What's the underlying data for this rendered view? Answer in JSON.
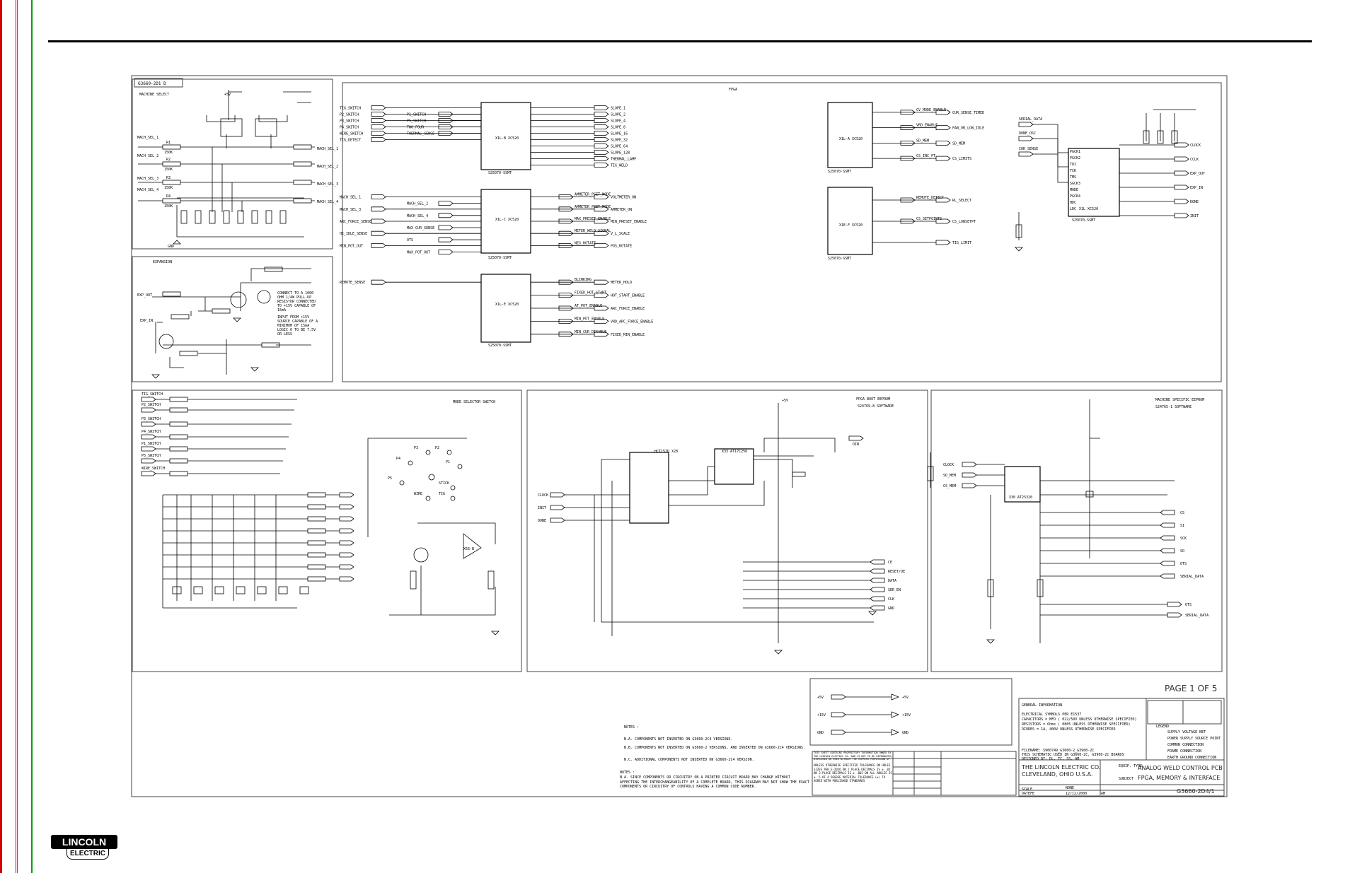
{
  "drawing_number": "G3660-2D1 D",
  "colors": {
    "left_margin_red": "#d40000",
    "left_margin_green": "#00a000"
  },
  "sections": {
    "machine_select": "MACHINE SELECT",
    "expansion": "EXPANSION",
    "fpga": "FPGA",
    "mode_selector": "MODE SELECTOR SWITCH",
    "fpga_boot_eeprom": "FPGA BOOT EEPROM",
    "fpga_boot_eeprom_sub": "S24769-8 SOFTWARE",
    "machine_specific_eeprom": "MACHINE SPECIFIC EEPROM",
    "machine_specific_eeprom_sub": "S24765-1 SOFTWARE"
  },
  "machine_select": {
    "inputs": [
      "MACH_SEL_1",
      "MACH_SEL_2",
      "MACH_SEL_3",
      "MACH_SEL_4"
    ],
    "outputs": [
      "MACH_SEL_1",
      "MACH_SEL_2",
      "MACH_SEL_3",
      "MACH_SEL_4"
    ],
    "resistors": [
      "R1",
      "R2",
      "R3",
      "R4"
    ],
    "values": [
      "150K",
      "150K",
      "150K",
      "150K"
    ]
  },
  "fpga_block_a": {
    "inputs": [
      "TIG_SWITCH",
      "P2_SWITCH",
      "P3_SWITCH",
      "P4_SWITCH",
      "WIRE_SWITCH",
      "TIG_DETECT"
    ],
    "nets_left": [
      "P1_SWITCH",
      "P5_SWITCH",
      "TWO_FOUR",
      "THERMAL_SENSE"
    ],
    "outputs": [
      "SLOPE_1",
      "SLOPE_2",
      "SLOPE_4",
      "SLOPE_8",
      "SLOPE_16",
      "SLOPE_32",
      "SLOPE_64",
      "SLOPE_128",
      "THERMAL_LAMP",
      "TIG_WELD"
    ],
    "chip": "X1L-B  XC520",
    "part": "S25070-SSMT"
  },
  "fpga_block_b": {
    "inputs": [
      "MACH_SEL_1",
      "MACH_SEL_3",
      "ARC_FORCE_SENSE",
      "HI_IDLE_SENSE",
      "MIN_POT_OUT"
    ],
    "nets_left": [
      "MACH_SEL_2",
      "MACH_SEL_4",
      "MAX_CUR_SENSE",
      "OTS",
      "MAX_POT_OUT"
    ],
    "outputs": [
      "VOLTMETER_ON",
      "AMMETER_ON",
      "MIN_PRESET_ENABLE",
      "V_L_SCALE",
      "POS_ROTATE"
    ],
    "nets_right": [
      "AMMETER_PSET_MODE",
      "AMMETER_PSET_MODE",
      "MAX_PRESET_ENABLE",
      "METER_WELD_SIGNAL",
      "NEG_ROTATE"
    ],
    "chip": "X1L-C  XC520",
    "part": "S25070-SSMT"
  },
  "fpga_block_c": {
    "inputs": [
      "REMOTE_SENSE"
    ],
    "outputs": [
      "METER_HOLD",
      "HOT_START_ENABLE",
      "ARC_FORCE_ENABLE",
      "VRD_ARC_FORCE_ENABLE",
      "FIXED_MIN_ENABLE"
    ],
    "nets_right": [
      "BLINKING",
      "FIXED_HOT_START",
      "AT_POT_ENABLE",
      "MIN_POT_ENABLE",
      "MIN_CUR_DISABLE"
    ],
    "chip": "X1L-E  XC520",
    "part": "S25070-SSMT"
  },
  "fpga_block_d": {
    "outputs": [
      "CUR_SENSE_TIMED",
      "FAN_OR_LOW_IDLE",
      "SD_MEM",
      "CS_LIMITS"
    ],
    "nets": [
      "CV_MODE_ENABLE",
      "VRD_ENABLE",
      "SD_MEM",
      "CS_INC_PT"
    ],
    "chip": "X1L-A  XC520",
    "part": "S25070-SSMT"
  },
  "fpga_block_e": {
    "outputs": [
      "RL_SELECT",
      "CS_LOWSETPT",
      "TIG_LIMIT"
    ],
    "nets": [
      "REMOTE_DETECT",
      "CS_SETPOINTS"
    ],
    "chip": "X1E-F  XC520",
    "part": "S25070-SSMT"
  },
  "fpga_block_f": {
    "inputs": [
      "SERIAL_DATA",
      "DONE_OSC",
      "CUR_SENSE"
    ],
    "pins": [
      "PGCK1",
      "PGCK2",
      "TDI",
      "TCK",
      "TMS",
      "SGCK3",
      "MODE",
      "PGCK4",
      "HDC",
      "LDC"
    ],
    "outputs": [
      "CLOCK",
      "CCLK",
      "EXP_OUT",
      "EXP_IN",
      "DONE",
      "INIT"
    ],
    "chip": "X1L  XC520",
    "part": "S25070-SSMT"
  },
  "expansion": {
    "inputs": [
      "EXP_OUT",
      "EXP_IN"
    ],
    "note_1": "CONNECT TO A 1000 OHM 1/4W PULL-UP RESISTOR CONNECTED TO +15V CAPABLE OF 15mA",
    "note_2": "INPUT FROM +15V SOURCE CAPABLE OF A MINIMUM OF 15mA LOGIC 0 TO BE 7.5V OR LESS"
  },
  "mode_selector": {
    "inputs": [
      "TIG_SWITCH",
      "P2_SWITCH",
      "P3_SWITCH",
      "P4_SWITCH",
      "P1_SWITCH",
      "P5_SWITCH",
      "WIRE_SWITCH"
    ],
    "positions": [
      "P3",
      "P2",
      "P4",
      "P1",
      "P5",
      "STICK",
      "WIRE",
      "TIG"
    ],
    "comparator": "X56-B"
  },
  "fpga_boot_eeprom": {
    "chips": [
      "HCT157D  X28",
      "X33  AT17C256"
    ],
    "inputs": [
      "CLOCK",
      "INIT",
      "DONE"
    ],
    "outputs": [
      "CE",
      "RESET/OE",
      "DATA",
      "SER_EN",
      "CLK",
      "GND"
    ],
    "out_net": "DIN"
  },
  "machine_eeprom": {
    "chip": "X30  AT25320",
    "inputs": [
      "CLOCK",
      "SD_MEM",
      "CS_MEM"
    ],
    "outputs": [
      "CS",
      "SI",
      "SCK",
      "SO",
      "OTS",
      "SERIAL_DATA"
    ],
    "bottom_outputs": [
      "OTS",
      "SERIAL_DATA"
    ]
  },
  "power_key": {
    "rails": [
      "+5V",
      "+15V",
      "GND"
    ]
  },
  "notes": {
    "heading": "NOTES :",
    "items": [
      "N.A.  COMPONENTS NOT INSERTED ON G3660-2C4 VERSIONS.",
      "N.B.  COMPONENTS NOT INSERTED ON G3660-2 VERSIONS, AND INSERTED ON G3660-2C4 VERSIONS.",
      "N.C.  ADDITIONAL COMPONENTS NOT INSERTED ON G3660-2C4 VERSION."
    ],
    "notes_label": "NOTES :",
    "notes_text": "N.A. SINCE COMPONENTS OR CIRCUITRY ON A PRINTED CIRCUIT BOARD MAY CHANGE WITHOUT AFFECTING THE INTERCHANGEABILITY OF A COMPLETE BOARD, THIS DIAGRAM MAY NOT SHOW THE EXACT COMPONENTS OR CIRCUITRY OF CONTROLS HAVING A COMMON CODE NUMBER."
  },
  "title_block": {
    "page": "PAGE 1 OF 5",
    "general_info": "GENERAL INFORMATION",
    "info_lines": [
      "ELECTRICAL SYMBOLS PER E1537",
      "CAPACITORS = MFD ( 022/50V UNLESS OTHERWISE SPECIFIED)",
      "RESISTORS = Ohms ( 0805  UNLESS OTHERWISE SPECIFIED)",
      "DIODES = 1A, 400V    UNLESS OTHERWISE SPECIFIED"
    ],
    "filename": "FILENAME: S900749_G3660-2_G3900-2C",
    "filename_note": "THIS SCHEMATIC USED IN G3660-2C, G3900-2C BOARDS",
    "designed_by": "DESIGNED BY: DL, TC, SS, AM",
    "legend": "LEGEND",
    "legend_items": [
      "SUPPLY VOLTAGE NET",
      "POWER SUPPLY SOURCE POINT",
      "COMMON CONNECTION",
      "FRAME CONNECTION",
      "EARTH GROUND CONNECTION"
    ],
    "company": "THE LINCOLN ELECTRIC CO.",
    "city": "CLEVELAND, OHIO U.S.A.",
    "equipment": "ANALOG WELD CONTROL PCB",
    "subject": "FPGA, MEMORY & INTERFACE",
    "date": "12/12/2000",
    "drawn_by": "AM",
    "dr": "FE",
    "scale": "NONE",
    "sht_no": "G3660-2D4/1",
    "proprietary": "THIS SHEET CONTAINS PROPRIETARY INFORMATION OWNED BY THE LINCOLN ELECTRIC CO. AND IS NOT TO BE REPRODUCED, DISCLOSED OR USED WITHOUT THE EXPRESS PERMISSION OF THE LINCOLN ELECTRIC CO.",
    "tolerance": "UNLESS OTHERWISE SPECIFIED TOLERANCE ON HOLES SIZES PER E-2056 ON 2 PLACE DECIMALS IS ± .02 ON 3 PLACE DECIMALS IS ± .002 ON ALL ANGLES IS ± .5 OF A DEGREE MATERIAL TOLERANCE (±) TO AGREE WITH PUBLISHED STANDARDS"
  },
  "brand": {
    "top": "LINCOLN",
    "bottom": "ELECTRIC"
  }
}
